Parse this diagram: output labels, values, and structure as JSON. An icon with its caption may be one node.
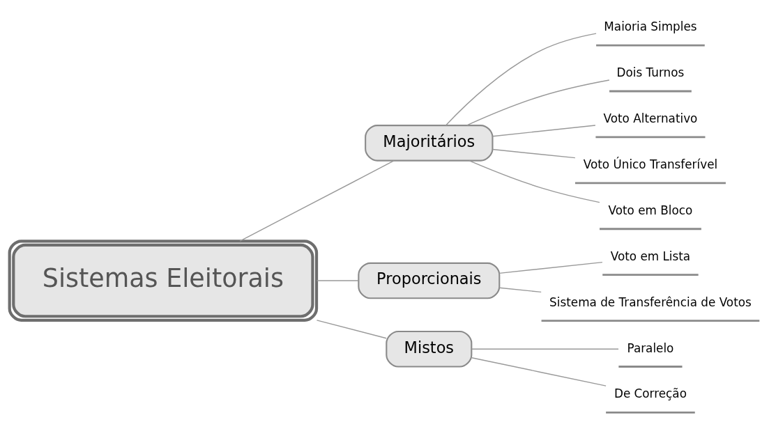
{
  "diagram": {
    "nodes": [
      {
        "text": [
          "Sistemas Eleitorais"
        ]
      },
      {
        "text": [
          "Majoritários"
        ]
      },
      {
        "text": [
          "Maioria Simples"
        ]
      },
      {
        "text": [
          "Dois Turnos"
        ]
      },
      {
        "text": [
          "Voto Alternativo"
        ]
      },
      {
        "text": [
          "Voto Único Transferível"
        ]
      },
      {
        "text": [
          "Voto em Bloco"
        ]
      },
      {
        "text": [
          "Proporcionais"
        ]
      },
      {
        "text": [
          "Voto em Lista"
        ]
      },
      {
        "text": [
          "Sistema de Transferência de Votos"
        ]
      },
      {
        "text": [
          "Mistos"
        ]
      },
      {
        "text": [
          "Paralelo"
        ]
      },
      {
        "text": [
          "De Correção"
        ]
      }
    ],
    "edges": [
      {
        "from": 0,
        "to": 1,
        "arrow": "none"
      },
      {
        "from": 1,
        "to": 2,
        "arrow": "none"
      },
      {
        "from": 1,
        "to": 3,
        "arrow": "none"
      },
      {
        "from": 1,
        "to": 4,
        "arrow": "none"
      },
      {
        "from": 1,
        "to": 5,
        "arrow": "none"
      },
      {
        "from": 1,
        "to": 6,
        "arrow": "none"
      },
      {
        "from": 0,
        "to": 7,
        "arrow": "none"
      },
      {
        "from": 7,
        "to": 8,
        "arrow": "none"
      },
      {
        "from": 7,
        "to": 9,
        "arrow": "none"
      },
      {
        "from": 0,
        "to": 10,
        "arrow": "none"
      },
      {
        "from": 10,
        "to": 11,
        "arrow": "none"
      },
      {
        "from": 10,
        "to": 12,
        "arrow": "none"
      }
    ]
  }
}
